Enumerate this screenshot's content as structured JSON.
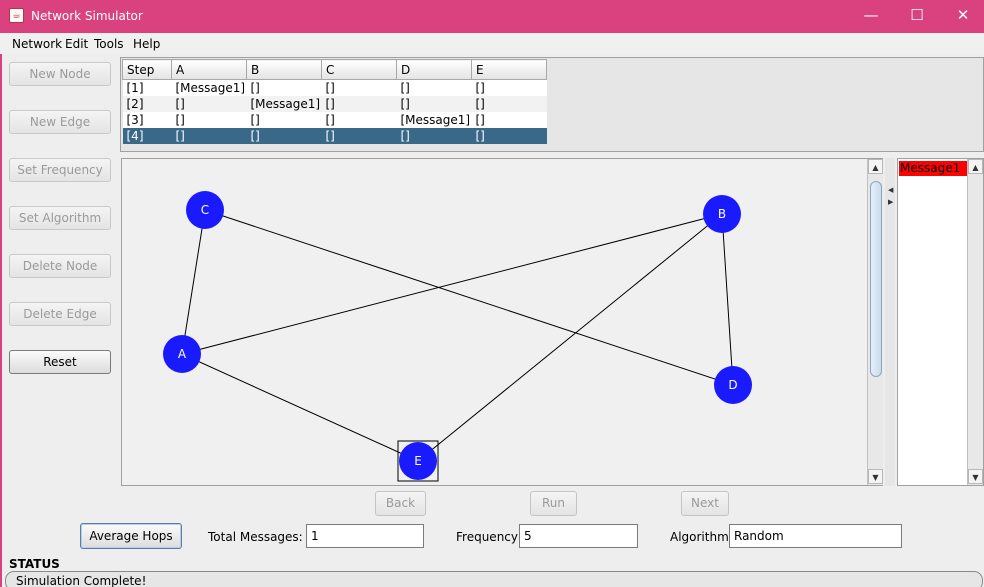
{
  "window": {
    "title": "Network Simulator",
    "controls": {
      "minimize": "—",
      "maximize": "☐",
      "close": "✕"
    }
  },
  "menu": [
    "Network",
    "Edit",
    "Tools",
    "Help"
  ],
  "sidebar": {
    "buttons": [
      {
        "label": "New Node",
        "enabled": false
      },
      {
        "label": "New Edge",
        "enabled": false
      },
      {
        "label": "Set Frequency",
        "enabled": false
      },
      {
        "label": "Set Algorithm",
        "enabled": false
      },
      {
        "label": "Delete Node",
        "enabled": false
      },
      {
        "label": "Delete Edge",
        "enabled": false
      },
      {
        "label": "Reset",
        "enabled": true
      }
    ]
  },
  "steps_table": {
    "columns": [
      "Step",
      "A",
      "B",
      "C",
      "D",
      "E"
    ],
    "rows": [
      [
        "[1]",
        "[Message1]",
        "[]",
        "[]",
        "[]",
        "[]"
      ],
      [
        "[2]",
        "[]",
        "[Message1]",
        "[]",
        "[]",
        "[]"
      ],
      [
        "[3]",
        "[]",
        "[]",
        "[]",
        "[Message1]",
        "[]"
      ],
      [
        "[4]",
        "[]",
        "[]",
        "[]",
        "[]",
        "[]"
      ]
    ],
    "selected_row": 3
  },
  "graph": {
    "nodes": [
      {
        "id": "C",
        "label": "C"
      },
      {
        "id": "B",
        "label": "B"
      },
      {
        "id": "A",
        "label": "A"
      },
      {
        "id": "D",
        "label": "D"
      },
      {
        "id": "E",
        "label": "E",
        "selected": true
      }
    ],
    "edges": [
      [
        "C",
        "A"
      ],
      [
        "C",
        "D"
      ],
      [
        "A",
        "B"
      ],
      [
        "A",
        "E"
      ],
      [
        "B",
        "E"
      ],
      [
        "B",
        "D"
      ]
    ],
    "node_color": "#1a1aff",
    "edge_color": "#000000"
  },
  "messages": {
    "items": [
      "Message1"
    ],
    "highlight_color": "#ff0000"
  },
  "navigation": {
    "back": "Back",
    "run": "Run",
    "next": "Next"
  },
  "stats": {
    "average_hops_button": "Average Hops",
    "total_messages_label": "Total Messages:",
    "total_messages_value": "1",
    "frequency_label": "Frequency",
    "frequency_value": "5",
    "algorithm_label": "Algorithm",
    "algorithm_value": "Random"
  },
  "status": {
    "title": "STATUS",
    "message": "Simulation Complete!"
  }
}
